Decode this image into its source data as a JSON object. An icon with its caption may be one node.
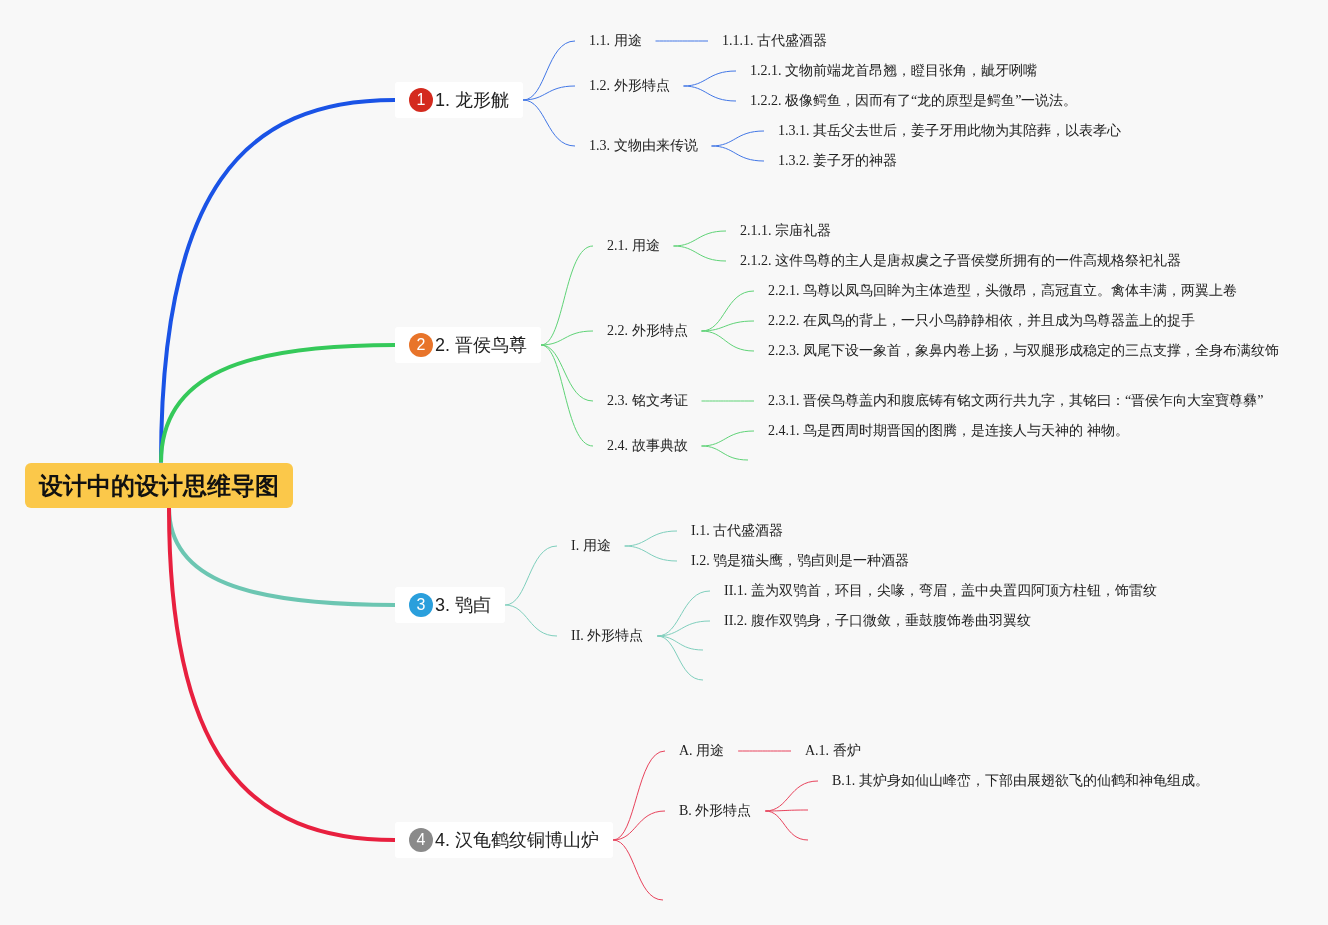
{
  "diagram": {
    "nodes": [
      {
        "text": [
          "设计中的设计思维导图"
        ]
      },
      {
        "text": [
          "1",
          "1. 龙形觥"
        ]
      },
      {
        "text": [
          "1.1. 用途"
        ]
      },
      {
        "text": [
          "1.1.1. 古代盛酒器"
        ]
      },
      {
        "text": [
          "1.2. 外形特点"
        ]
      },
      {
        "text": [
          "1.2.1. 文物前端龙首昂翘，瞪目张角，龇牙咧嘴"
        ]
      },
      {
        "text": [
          "1.2.2. 极像鳄鱼，因而有了“龙的原型是鳄鱼”一说法。"
        ]
      },
      {
        "text": [
          "1.3. 文物由来传说"
        ]
      },
      {
        "text": [
          "1.3.1. 其岳父去世后，姜子牙用此物为其陪葬，以表孝心"
        ]
      },
      {
        "text": [
          "1.3.2. 姜子牙的神器"
        ]
      },
      {
        "text": [
          "2",
          "2. 晋侯鸟尊"
        ]
      },
      {
        "text": [
          "2.1. 用途"
        ]
      },
      {
        "text": [
          "2.1.1. 宗庙礼器"
        ]
      },
      {
        "text": [
          "2.1.2. 这件鸟尊的主人是唐叔虞之子晋侯燮所拥有的一件高规格祭祀礼器"
        ]
      },
      {
        "text": [
          "2.2. 外形特点"
        ]
      },
      {
        "text": [
          "2.2.1. 鸟尊以凤鸟回眸为主体造型，头微昂，高冠直立。禽体丰满，两翼上卷"
        ]
      },
      {
        "text": [
          "2.2.2. 在凤鸟的背上，一只小鸟静静相依，并且成为鸟尊器盖上的捉手"
        ]
      },
      {
        "text": [
          "2.2.3. 凤尾下设一象首，象鼻内卷上扬，与双腿形成稳定的三点支撑，全身布满纹饰"
        ]
      },
      {
        "text": [
          "2.3. 铭文考证"
        ]
      },
      {
        "text": [
          "2.3.1. 晋侯鸟尊盖内和腹底铸有铭文两行共九字，其铭曰：“晋侯乍向大室寶尊彝”"
        ]
      },
      {
        "text": [
          "2.4. 故事典故"
        ]
      },
      {
        "text": [
          "2.4.1. 鸟是西周时期晋国的图腾，是连接人与天神的 神物。"
        ]
      },
      {
        "text": [
          "3",
          "3. 鸮卣"
        ]
      },
      {
        "text": [
          "I. 用途"
        ]
      },
      {
        "text": [
          "I.1. 古代盛酒器"
        ]
      },
      {
        "text": [
          "I.2. 鸮是猫头鹰，鸮卣则是一种酒器"
        ]
      },
      {
        "text": [
          "II. 外形特点"
        ]
      },
      {
        "text": [
          "II.1. 盖为双鸮首，环目，尖喙，弯眉，盖中央置四阿顶方柱钮，饰雷纹"
        ]
      },
      {
        "text": [
          "II.2. 腹作双鸮身，子口微敛，垂鼓腹饰卷曲羽翼纹"
        ]
      },
      {
        "text": [
          "4",
          "4. 汉龟鹤纹铜博山炉"
        ]
      },
      {
        "text": [
          "A. 用途"
        ]
      },
      {
        "text": [
          "A.1. 香炉"
        ]
      },
      {
        "text": [
          "B. 外形特点"
        ]
      },
      {
        "text": [
          "B.1. 其炉身如仙山峰峦，下部由展翅欲飞的仙鹤和神龟组成。"
        ]
      }
    ],
    "edges": [
      {
        "from": 0,
        "to": 1,
        "arrow": "none",
        "style": "thick",
        "color": "#1a53e6"
      },
      {
        "from": 1,
        "to": 2,
        "arrow": "none",
        "color": "#4277e6"
      },
      {
        "from": 2,
        "to": 3,
        "arrow": "none",
        "color": "#4277e6"
      },
      {
        "from": 1,
        "to": 4,
        "arrow": "none",
        "color": "#4277e6"
      },
      {
        "from": 4,
        "to": 5,
        "arrow": "none",
        "color": "#4277e6"
      },
      {
        "from": 4,
        "to": 6,
        "arrow": "none",
        "color": "#4277e6"
      },
      {
        "from": 1,
        "to": 7,
        "arrow": "none",
        "color": "#4277e6"
      },
      {
        "from": 7,
        "to": 8,
        "arrow": "none",
        "color": "#4277e6"
      },
      {
        "from": 7,
        "to": 9,
        "arrow": "none",
        "color": "#4277e6"
      },
      {
        "from": 0,
        "to": 10,
        "arrow": "none",
        "style": "thick",
        "color": "#35c95a"
      },
      {
        "from": 10,
        "to": 11,
        "arrow": "none",
        "color": "#5fd377"
      },
      {
        "from": 11,
        "to": 12,
        "arrow": "none",
        "color": "#5fd377"
      },
      {
        "from": 11,
        "to": 13,
        "arrow": "none",
        "color": "#5fd377"
      },
      {
        "from": 10,
        "to": 14,
        "arrow": "none",
        "color": "#5fd377"
      },
      {
        "from": 14,
        "to": 15,
        "arrow": "none",
        "color": "#5fd377"
      },
      {
        "from": 14,
        "to": 16,
        "arrow": "none",
        "color": "#5fd377"
      },
      {
        "from": 14,
        "to": 17,
        "arrow": "none",
        "color": "#5fd377"
      },
      {
        "from": 10,
        "to": 18,
        "arrow": "none",
        "color": "#5fd377"
      },
      {
        "from": 18,
        "to": 19,
        "arrow": "none",
        "color": "#5fd377"
      },
      {
        "from": 10,
        "to": 20,
        "arrow": "none",
        "color": "#5fd377"
      },
      {
        "from": 20,
        "to": 21,
        "arrow": "none",
        "color": "#5fd377"
      },
      {
        "from": 20,
        "to": null,
        "arrow": "none",
        "color": "#5fd377"
      },
      {
        "from": 0,
        "to": 22,
        "arrow": "none",
        "style": "thick",
        "color": "#6cc6b2"
      },
      {
        "from": 22,
        "to": 23,
        "arrow": "none",
        "color": "#7fcfbd"
      },
      {
        "from": 23,
        "to": 24,
        "arrow": "none",
        "color": "#7fcfbd"
      },
      {
        "from": 23,
        "to": 25,
        "arrow": "none",
        "color": "#7fcfbd"
      },
      {
        "from": 22,
        "to": 26,
        "arrow": "none",
        "color": "#7fcfbd"
      },
      {
        "from": 26,
        "to": 27,
        "arrow": "none",
        "color": "#7fcfbd"
      },
      {
        "from": 26,
        "to": 28,
        "arrow": "none",
        "color": "#7fcfbd"
      },
      {
        "from": 26,
        "to": null,
        "arrow": "none",
        "color": "#7fcfbd"
      },
      {
        "from": 26,
        "to": null,
        "arrow": "none",
        "color": "#7fcfbd"
      },
      {
        "from": 0,
        "to": 29,
        "arrow": "none",
        "style": "thick",
        "color": "#e8203f"
      },
      {
        "from": 29,
        "to": 30,
        "arrow": "none",
        "color": "#e8435c"
      },
      {
        "from": 30,
        "to": 31,
        "arrow": "none",
        "color": "#e8435c"
      },
      {
        "from": 29,
        "to": 32,
        "arrow": "none",
        "color": "#e8435c"
      },
      {
        "from": 32,
        "to": 33,
        "arrow": "none",
        "color": "#e8435c"
      },
      {
        "from": 32,
        "to": null,
        "arrow": "none",
        "color": "#e8435c"
      },
      {
        "from": 32,
        "to": null,
        "arrow": "none",
        "color": "#e8435c"
      },
      {
        "from": 29,
        "to": null,
        "arrow": "none",
        "color": "#e8435c"
      }
    ]
  }
}
